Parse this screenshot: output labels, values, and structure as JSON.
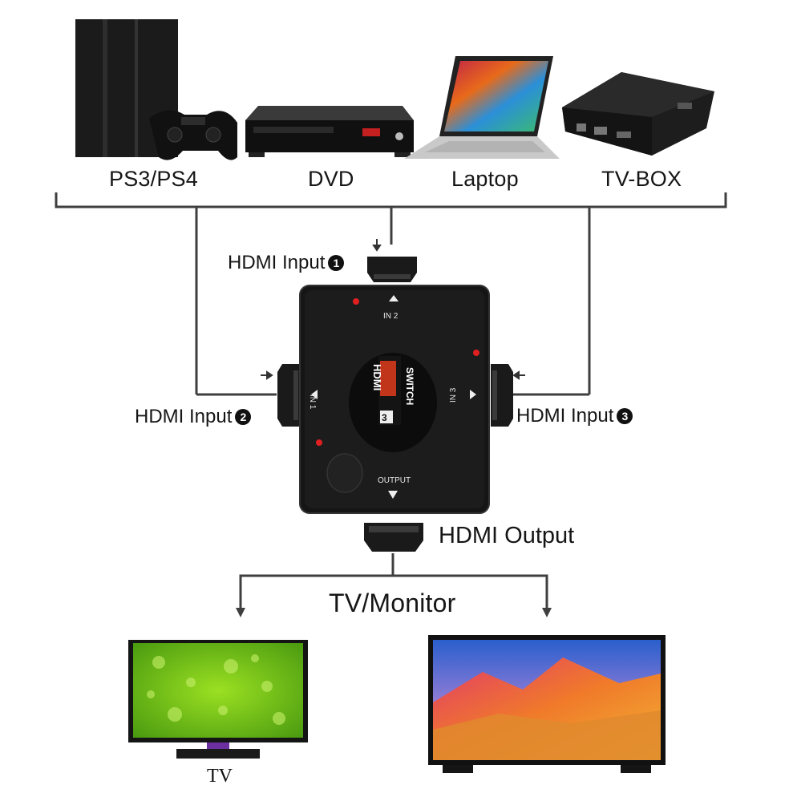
{
  "devices": {
    "ps": "PS3/PS4",
    "dvd": "DVD",
    "laptop": "Laptop",
    "tvbox": "TV-BOX"
  },
  "ports": {
    "input1": "HDMI Input",
    "input1_num": "1",
    "input2": "HDMI Input",
    "input2_num": "2",
    "input3": "HDMI Input",
    "input3_num": "3",
    "output": "HDMI Output"
  },
  "switch": {
    "in1": "IN 1",
    "in2": "IN 2",
    "in3": "IN 3",
    "output": "OUTPUT",
    "logo_hdmi": "HDMI",
    "logo_switch": "SWITCH",
    "logo_count": "3"
  },
  "display": {
    "group_label": "TV/Monitor",
    "tv": "TV"
  },
  "colors": {
    "line": "#3f3f3f",
    "switch_body": "#151515",
    "led": "#e02020"
  }
}
